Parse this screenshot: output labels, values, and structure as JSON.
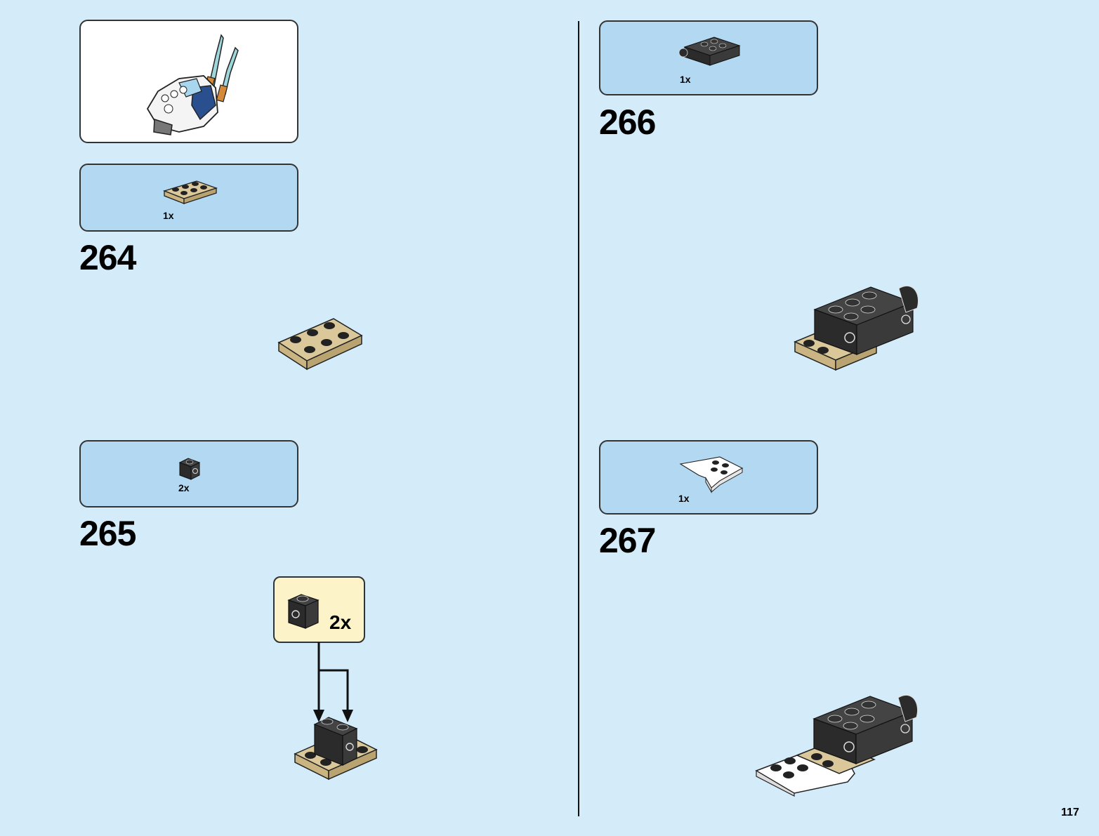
{
  "steps": [
    {
      "number": "264",
      "parts_qty": "1x"
    },
    {
      "number": "265",
      "parts_qty": "2x",
      "subassembly_qty": "2x"
    },
    {
      "number": "266",
      "parts_qty": "1x"
    },
    {
      "number": "267",
      "parts_qty": "1x"
    }
  ],
  "page_number": "117",
  "colors": {
    "background": "#d4ebf9",
    "parts_box": "#b3d8f2",
    "subassembly_box": "#fdf3c8",
    "tan_brick": "#dac89a",
    "black_brick": "#2b2b2b",
    "white_brick": "#ffffff"
  },
  "icons": [
    "dragon-model-icon",
    "tan-plate-2x3-icon",
    "black-brick-1x1-icon",
    "black-clip-brick-icon",
    "white-wedge-plate-icon"
  ]
}
